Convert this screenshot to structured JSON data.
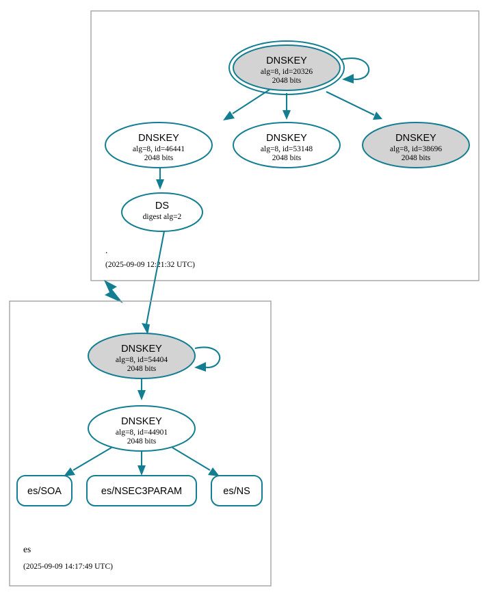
{
  "diagram": {
    "kind": "dnssec-authentication-chain",
    "accent_color": "#137d92",
    "secure_node_fill": "#d3d3d3",
    "plain_node_fill": "#ffffff",
    "zone_border_color": "#a3a3a3"
  },
  "zones": [
    {
      "id": "root",
      "name": ".",
      "timestamp": "(2025-09-09 12:21:32 UTC)",
      "nodes": [
        {
          "id": "root-ksk-20326",
          "type": "DNSKEY",
          "title": "DNSKEY",
          "params": "alg=8, id=20326",
          "size": "2048 bits",
          "role": "ksk",
          "shape": "doublecircle",
          "fill": "secure",
          "self_signed": true
        },
        {
          "id": "root-zsk-46441",
          "type": "DNSKEY",
          "title": "DNSKEY",
          "params": "alg=8, id=46441",
          "size": "2048 bits",
          "role": "zsk",
          "shape": "ellipse",
          "fill": "plain",
          "self_signed": false
        },
        {
          "id": "root-zsk-53148",
          "type": "DNSKEY",
          "title": "DNSKEY",
          "params": "alg=8, id=53148",
          "size": "2048 bits",
          "role": "zsk",
          "shape": "ellipse",
          "fill": "plain",
          "self_signed": false
        },
        {
          "id": "root-key-38696",
          "type": "DNSKEY",
          "title": "DNSKEY",
          "params": "alg=8, id=38696",
          "size": "2048 bits",
          "role": "key",
          "shape": "ellipse",
          "fill": "secure",
          "self_signed": false
        },
        {
          "id": "root-ds",
          "type": "DS",
          "title": "DS",
          "params": "digest alg=2",
          "size": "",
          "role": "ds",
          "shape": "ellipse",
          "fill": "plain",
          "self_signed": false
        }
      ]
    },
    {
      "id": "es",
      "name": "es",
      "timestamp": "(2025-09-09 14:17:49 UTC)",
      "nodes": [
        {
          "id": "es-ksk-54404",
          "type": "DNSKEY",
          "title": "DNSKEY",
          "params": "alg=8, id=54404",
          "size": "2048 bits",
          "role": "ksk",
          "shape": "ellipse",
          "fill": "secure",
          "self_signed": true
        },
        {
          "id": "es-zsk-44901",
          "type": "DNSKEY",
          "title": "DNSKEY",
          "params": "alg=8, id=44901",
          "size": "2048 bits",
          "role": "zsk",
          "shape": "ellipse",
          "fill": "plain",
          "self_signed": false
        }
      ],
      "rrsets": [
        {
          "id": "es-soa",
          "label": "es/SOA"
        },
        {
          "id": "es-nsec3param",
          "label": "es/NSEC3PARAM"
        },
        {
          "id": "es-ns",
          "label": "es/NS"
        }
      ]
    }
  ],
  "edges": [
    {
      "from": "root-ksk-20326",
      "to": "root-zsk-46441"
    },
    {
      "from": "root-ksk-20326",
      "to": "root-zsk-53148"
    },
    {
      "from": "root-ksk-20326",
      "to": "root-key-38696"
    },
    {
      "from": "root-zsk-46441",
      "to": "root-ds"
    },
    {
      "from": "root-ds",
      "to": "es-ksk-54404",
      "cross_zone": true
    },
    {
      "from": "es-ksk-54404",
      "to": "es-zsk-44901"
    },
    {
      "from": "es-zsk-44901",
      "to": "es-soa"
    },
    {
      "from": "es-zsk-44901",
      "to": "es-nsec3param"
    },
    {
      "from": "es-zsk-44901",
      "to": "es-ns"
    }
  ]
}
